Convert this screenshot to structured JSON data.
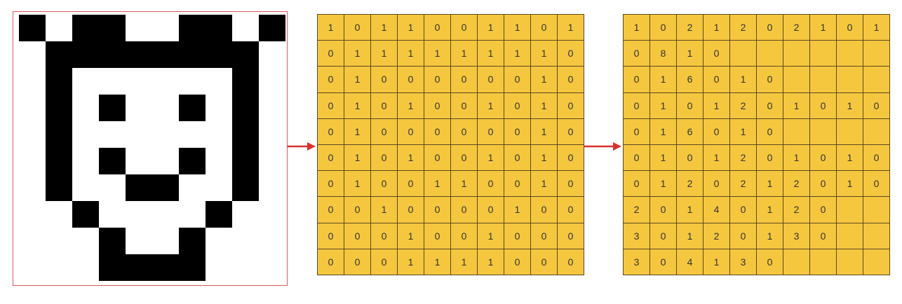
{
  "colors": {
    "pixel_on": "#000000",
    "pixel_off": "#ffffff",
    "cell_fill": "#f5c73f",
    "grid_line": "#5a4a1c",
    "arrow": "#d8342c",
    "frame": "#e0555f"
  },
  "binary_matrix": [
    [
      "1",
      "0",
      "1",
      "1",
      "0",
      "0",
      "1",
      "1",
      "0",
      "1"
    ],
    [
      "0",
      "1",
      "1",
      "1",
      "1",
      "1",
      "1",
      "1",
      "1",
      "0"
    ],
    [
      "0",
      "1",
      "0",
      "0",
      "0",
      "0",
      "0",
      "0",
      "1",
      "0"
    ],
    [
      "0",
      "1",
      "0",
      "1",
      "0",
      "0",
      "1",
      "0",
      "1",
      "0"
    ],
    [
      "0",
      "1",
      "0",
      "0",
      "0",
      "0",
      "0",
      "0",
      "1",
      "0"
    ],
    [
      "0",
      "1",
      "0",
      "1",
      "0",
      "0",
      "1",
      "0",
      "1",
      "0"
    ],
    [
      "0",
      "1",
      "0",
      "0",
      "1",
      "1",
      "0",
      "0",
      "1",
      "0"
    ],
    [
      "0",
      "0",
      "1",
      "0",
      "0",
      "0",
      "0",
      "1",
      "0",
      "0"
    ],
    [
      "0",
      "0",
      "0",
      "1",
      "0",
      "0",
      "1",
      "0",
      "0",
      "0"
    ],
    [
      "0",
      "0",
      "0",
      "1",
      "1",
      "1",
      "1",
      "0",
      "0",
      "0"
    ]
  ],
  "encoded_matrix": [
    [
      "1",
      "0",
      "2",
      "1",
      "2",
      "0",
      "2",
      "1",
      "0",
      "1"
    ],
    [
      "0",
      "8",
      "1",
      "0",
      "",
      "",
      "",
      "",
      "",
      ""
    ],
    [
      "0",
      "1",
      "6",
      "0",
      "1",
      "0",
      "",
      "",
      "",
      ""
    ],
    [
      "0",
      "1",
      "0",
      "1",
      "2",
      "0",
      "1",
      "0",
      "1",
      "0"
    ],
    [
      "0",
      "1",
      "6",
      "0",
      "1",
      "0",
      "",
      "",
      "",
      ""
    ],
    [
      "0",
      "1",
      "0",
      "1",
      "2",
      "0",
      "1",
      "0",
      "1",
      "0"
    ],
    [
      "0",
      "1",
      "2",
      "0",
      "2",
      "1",
      "2",
      "0",
      "1",
      "0"
    ],
    [
      "2",
      "0",
      "1",
      "4",
      "0",
      "1",
      "2",
      "0",
      "",
      ""
    ],
    [
      "3",
      "0",
      "1",
      "2",
      "0",
      "1",
      "3",
      "0",
      "",
      ""
    ],
    [
      "3",
      "0",
      "4",
      "1",
      "3",
      "0",
      "",
      "",
      "",
      ""
    ]
  ]
}
